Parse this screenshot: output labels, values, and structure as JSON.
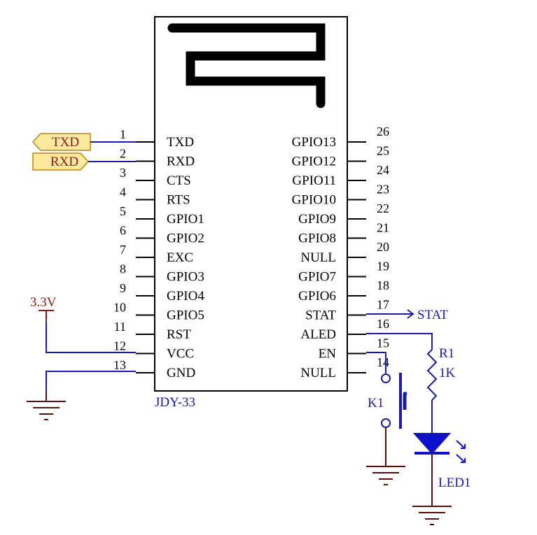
{
  "component": {
    "name": "JDY-33",
    "left_pins": [
      {
        "num": "1",
        "name": "TXD"
      },
      {
        "num": "2",
        "name": "RXD"
      },
      {
        "num": "3",
        "name": "CTS"
      },
      {
        "num": "4",
        "name": "RTS"
      },
      {
        "num": "5",
        "name": "GPIO1"
      },
      {
        "num": "6",
        "name": "GPIO2"
      },
      {
        "num": "7",
        "name": "EXC"
      },
      {
        "num": "8",
        "name": "GPIO3"
      },
      {
        "num": "9",
        "name": "GPIO4"
      },
      {
        "num": "10",
        "name": "GPIO5"
      },
      {
        "num": "11",
        "name": "RST"
      },
      {
        "num": "12",
        "name": "VCC"
      },
      {
        "num": "13",
        "name": "GND"
      }
    ],
    "right_pins": [
      {
        "num": "26",
        "name": "GPIO13"
      },
      {
        "num": "25",
        "name": "GPIO12"
      },
      {
        "num": "24",
        "name": "GPIO11"
      },
      {
        "num": "23",
        "name": "GPIO10"
      },
      {
        "num": "22",
        "name": "GPIO9"
      },
      {
        "num": "21",
        "name": "GPIO8"
      },
      {
        "num": "20",
        "name": "NULL"
      },
      {
        "num": "19",
        "name": "GPIO7"
      },
      {
        "num": "18",
        "name": "GPIO6"
      },
      {
        "num": "17",
        "name": "STAT"
      },
      {
        "num": "16",
        "name": "ALED"
      },
      {
        "num": "15",
        "name": "EN"
      },
      {
        "num": "14",
        "name": "NULL"
      }
    ]
  },
  "ports": {
    "txd": "TXD",
    "rxd": "RXD",
    "stat": "STAT"
  },
  "power": {
    "label": "3.3V"
  },
  "resistor": {
    "ref": "R1",
    "value": "1K"
  },
  "switch": {
    "ref": "K1"
  },
  "led": {
    "ref": "LED1"
  },
  "colors": {
    "wire": "#1a1aa6",
    "power": "#8b1a1a",
    "port_fill": "#fde9a0",
    "port_stroke": "#b8860b",
    "port_text": "#8b1a1a",
    "ground": "#5a0d0d",
    "led": "#1010cc"
  }
}
